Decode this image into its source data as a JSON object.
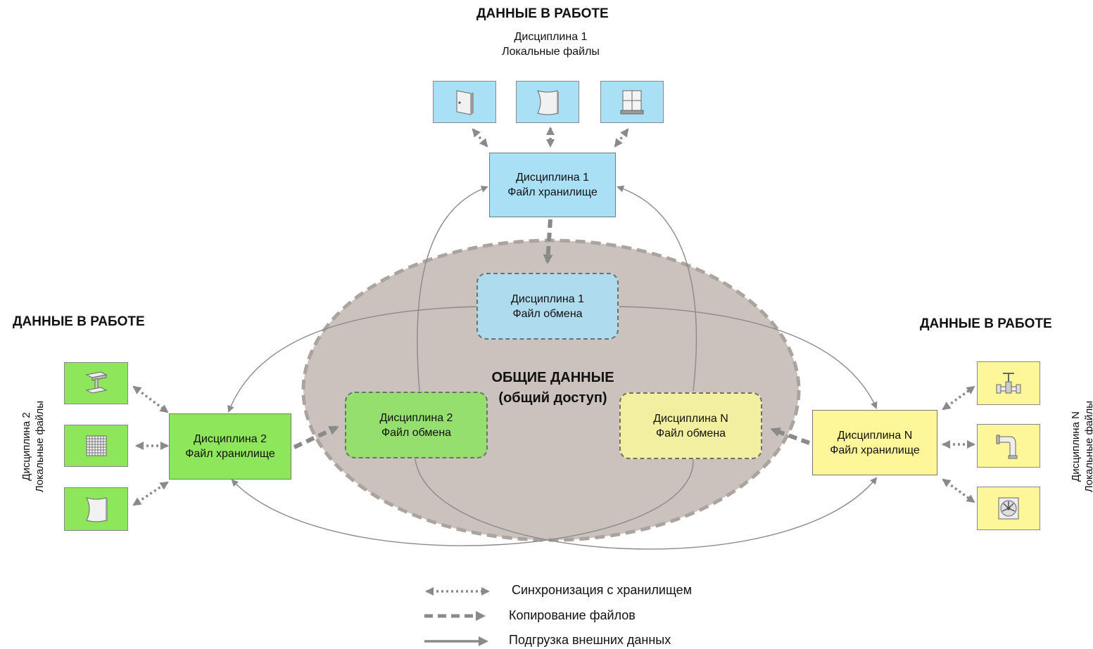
{
  "top": {
    "heading": "ДАННЫЕ В РАБОТЕ",
    "line1": "Дисциплина 1",
    "line2": "Локальные файлы",
    "local_icons": [
      "door-icon",
      "curved-panel-icon",
      "window-icon"
    ],
    "storage": {
      "line1": "Дисциплина  1",
      "line2": "Файл хранилище"
    }
  },
  "left": {
    "heading": "ДАННЫЕ В РАБОТЕ",
    "vertical_line1": "Дисциплина 2",
    "vertical_line2": "Локальные файлы",
    "local_icons": [
      "steel-beam-icon",
      "grid-mesh-icon",
      "curved-panel-icon"
    ],
    "storage": {
      "line1": "Дисциплина  2",
      "line2": "Файл хранилище"
    }
  },
  "right": {
    "heading": "ДАННЫЕ В РАБОТЕ",
    "vertical_line1": "Дисциплина N",
    "vertical_line2": "Локальные файлы",
    "local_icons": [
      "valve-icon",
      "pipe-elbow-icon",
      "fan-icon"
    ],
    "storage": {
      "line1": "Дисциплина  N",
      "line2": "Файл хранилище"
    }
  },
  "shared": {
    "title_line1": "ОБЩИЕ ДАННЫЕ",
    "title_line2": "(общий доступ)",
    "exchange_1": {
      "line1": "Дисциплина 1",
      "line2": "Файл обмена"
    },
    "exchange_2": {
      "line1": "Дисциплина 2",
      "line2": "Файл обмена"
    },
    "exchange_n": {
      "line1": "Дисциплина N",
      "line2": "Файл обмена"
    }
  },
  "legend": {
    "sync": "Синхронизация  с хранилищем",
    "copy": "Копирование  файлов",
    "load": "Подгрузка  внешних  данных"
  },
  "colors": {
    "discipline_1": "#a9e0f5",
    "discipline_2": "#8ee65a",
    "discipline_n": "#fdf799",
    "shared_area": "#cbc2bd",
    "arrows": "#8a8a8a"
  }
}
